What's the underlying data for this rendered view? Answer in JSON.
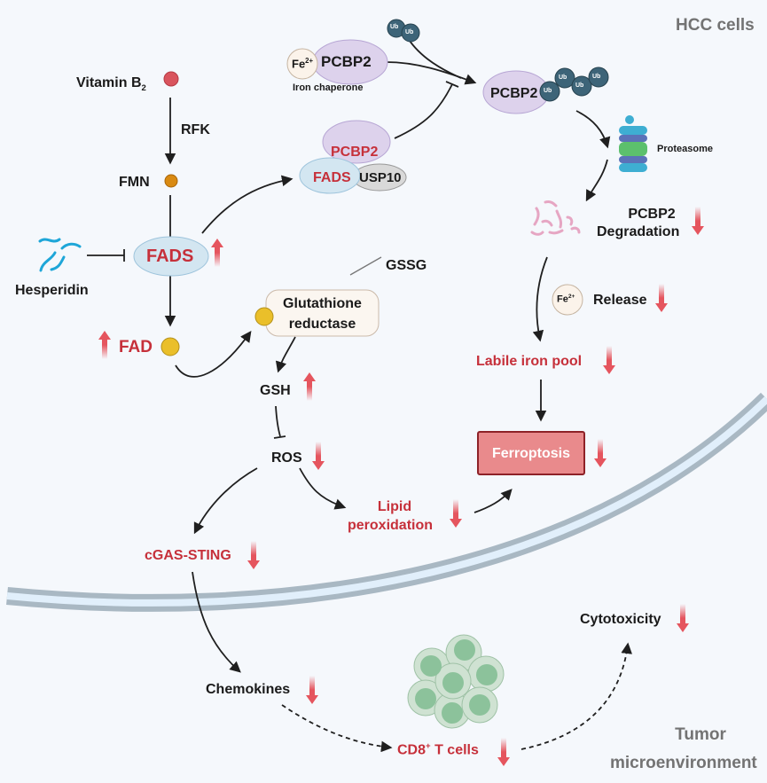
{
  "regions": {
    "hcc_cells": "HCC cells",
    "tumor_microenvironment_line1": "Tumor",
    "tumor_microenvironment_line2": "microenvironment"
  },
  "nodes": {
    "vitamin_b2": {
      "text": "Vitamin B",
      "sub": "2"
    },
    "rfk": "RFK",
    "fmn": "FMN",
    "fads": "FADS",
    "hesperidin": "Hesperidin",
    "fad": "FAD",
    "fe_chaperone": {
      "fe": "Fe",
      "charge": "2+",
      "protein": "PCBP2",
      "caption": "Iron chaperone"
    },
    "complex": {
      "pcbp2": "PCBP2",
      "fads": "FADS",
      "usp10": "USP10"
    },
    "ub": "Ub",
    "pcbp2_ub": "PCBP2",
    "proteasome": "Proteasome",
    "pcbp2_degradation_line1": "PCBP2",
    "pcbp2_degradation_line2": "Degradation",
    "gssg": "GSSG",
    "glutathione_reductase_line1": "Glutathione",
    "glutathione_reductase_line2": "reductase",
    "gsh": "GSH",
    "ros": "ROS",
    "fe_release": {
      "fe": "Fe",
      "charge": "2+",
      "text": "Release"
    },
    "labile_iron_pool": "Labile iron pool",
    "ferroptosis": "Ferroptosis",
    "lipid_peroxidation_line1": "Lipid",
    "lipid_peroxidation_line2": "peroxidation",
    "cgas_sting": "cGAS-STING",
    "chemokines": "Chemokines",
    "cd8_t_cells": {
      "text1": "CD8",
      "sup": "+",
      "text2": " T cells"
    },
    "cytotoxicity": "Cytotoxicity"
  },
  "trends": {
    "fads": "up",
    "fad": "up",
    "gsh": "up",
    "ros": "down",
    "pcbp2_degradation": "down",
    "fe_release": "down",
    "labile_iron_pool": "down",
    "ferroptosis": "down",
    "lipid_peroxidation": "down",
    "cgas_sting": "down",
    "chemokines": "down",
    "cd8_t_cells": "down",
    "cytotoxicity": "down"
  },
  "colors": {
    "background": "#f5f8fc",
    "accent_red": "#c6303a",
    "trend_arrow": "#e5555e",
    "ferroptosis_box": "#e98a8c",
    "ub": "#3d6478",
    "pcbp2": "#ddd2ec",
    "fads": "#d3e6f1"
  }
}
